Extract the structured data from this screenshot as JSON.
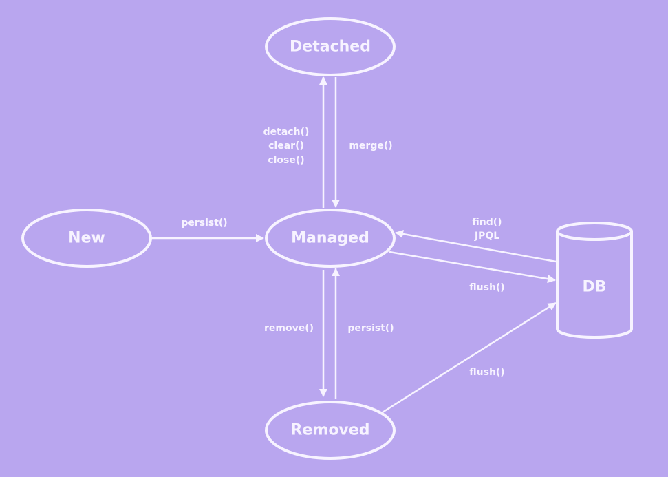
{
  "colors": {
    "background": "#b9a6ef",
    "stroke": "#f7f3ff",
    "text": "#f7f3ff"
  },
  "nodes": {
    "detached": "Detached",
    "new": "New",
    "managed": "Managed",
    "removed": "Removed",
    "db": "DB"
  },
  "edges": {
    "managed_to_detached": [
      "detach()",
      "clear()",
      "close()"
    ],
    "detached_to_managed": "merge()",
    "new_to_managed": "persist()",
    "db_to_managed": [
      "find()",
      "JPQL"
    ],
    "managed_to_db": "flush()",
    "managed_to_removed": "remove()",
    "removed_to_managed": "persist()",
    "removed_to_db": "flush()"
  }
}
